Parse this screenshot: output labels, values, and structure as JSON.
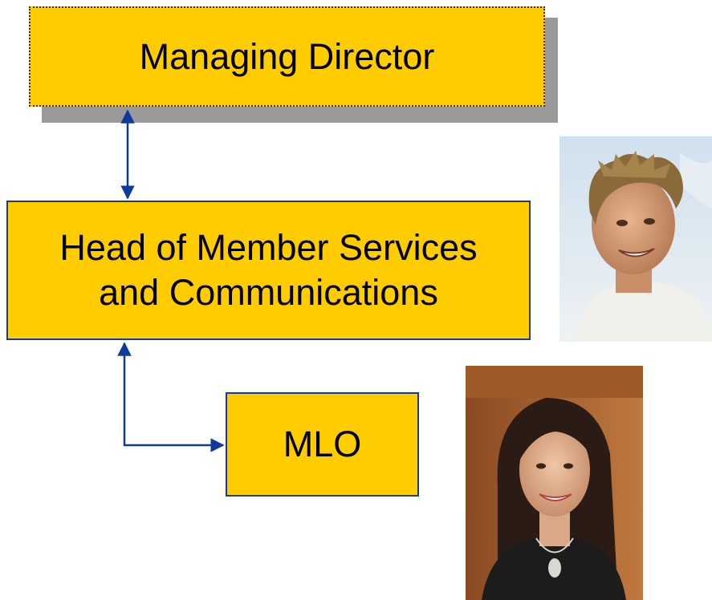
{
  "nodes": {
    "managing_director": "Managing Director",
    "head_line1": "Head of Member Services",
    "head_line2": "and Communications",
    "mlo": "MLO"
  },
  "edges": [
    {
      "from": "managing_director",
      "to": "head_member_services",
      "style": "double-arrow"
    },
    {
      "from": "head_member_services",
      "to": "mlo",
      "style": "double-arrow"
    }
  ],
  "colors": {
    "box_fill": "#FFCC00",
    "box_border": "#1a3a8c",
    "connector": "#0f3a9a",
    "shadow": "#9a9a9a"
  },
  "icons": {
    "photo_1": "man-portrait-photo",
    "photo_2": "woman-portrait-photo"
  }
}
